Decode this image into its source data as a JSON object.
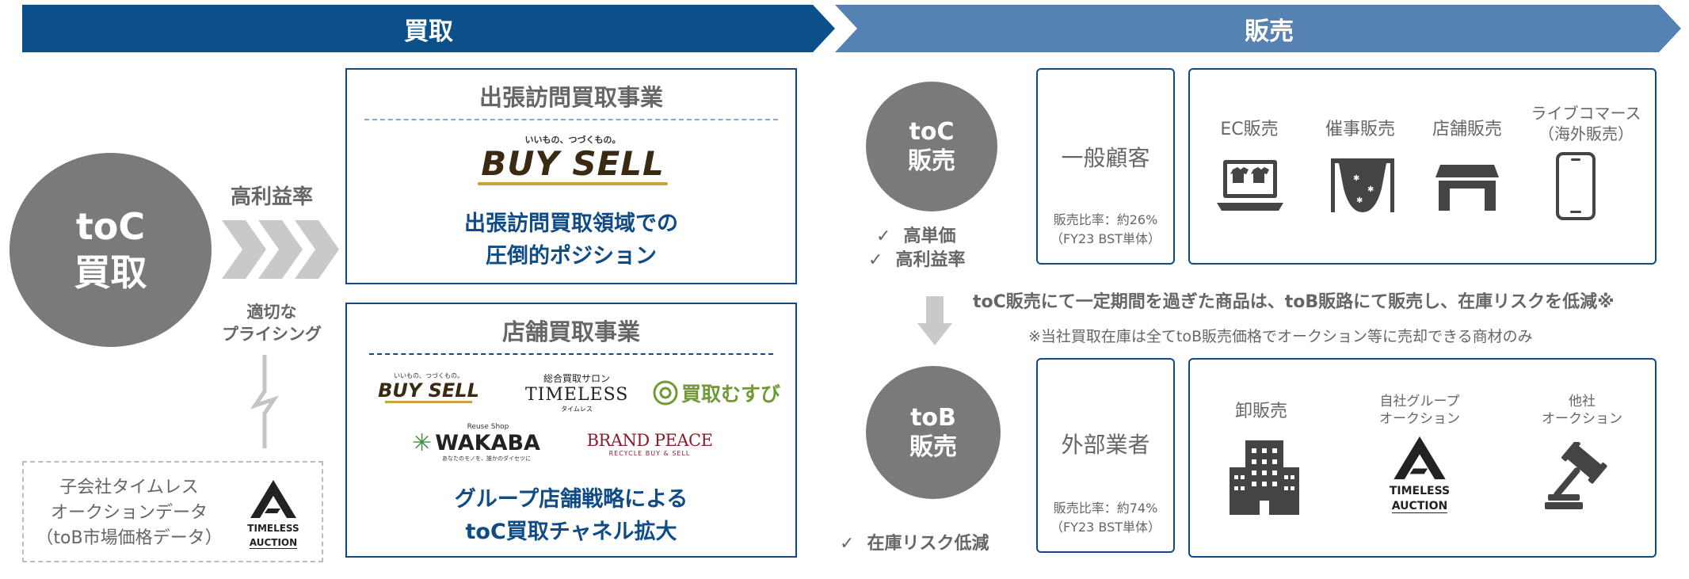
{
  "banners": {
    "buy": "買取",
    "sell": "販売"
  },
  "left": {
    "circle_line1": "toC",
    "circle_line2": "買取",
    "high_margin": "高利益率",
    "pricing_line1": "適切な",
    "pricing_line2": "プライシング",
    "subsidiary_line1": "子会社タイムレス",
    "subsidiary_line2": "オークションデータ",
    "subsidiary_line3": "（toB市場価格データ）",
    "logo_timeless_line1": "TIMELESS",
    "logo_timeless_line2": "AUCTION"
  },
  "visit": {
    "title": "出張訪問買取事業",
    "logo_tagline": "いいもの、つづくもの。",
    "logo_text": "BUY SELL",
    "desc_line1": "出張訪問買取領域での",
    "desc_line2": "圧倒的ポジション"
  },
  "store": {
    "title": "店舗買取事業",
    "logos": {
      "buysell_tagline": "いいもの、つづくもの。",
      "buysell": "BUY SELL",
      "timeless_top": "総合買取サロン",
      "timeless": "TIMELESS",
      "timeless_sub": "タイムレス",
      "musubi": "買取むすび",
      "wakaba_top": "Reuse Shop",
      "wakaba": "WAKABA",
      "wakaba_sub": "あなたのモノを、誰かのダイセツに",
      "brandpeace": "BRAND PEACE",
      "brandpeace_sub": "RECYCLE BUY & SELL"
    },
    "desc_line1": "グループ店舗戦略による",
    "desc_line2": "toC買取チャネル拡大"
  },
  "toc_sale": {
    "circle_line1": "toC",
    "circle_line2": "販売",
    "check1": "高単価",
    "check2": "高利益率",
    "customer": "一般顧客",
    "ratio": "販売比率：約26%",
    "ratio_note": "（FY23 BST単体）",
    "channels": [
      {
        "label_line1": "EC販売",
        "label_line2": "",
        "icon": "laptop-icon"
      },
      {
        "label_line1": "催事販売",
        "label_line2": "",
        "icon": "event-booth-icon"
      },
      {
        "label_line1": "店舗販売",
        "label_line2": "",
        "icon": "storefront-icon"
      },
      {
        "label_line1": "ライブコマース",
        "label_line2": "（海外販売）",
        "icon": "smartphone-icon"
      }
    ]
  },
  "middle_note": {
    "main": "toC販売にて一定期間を過ぎた商品は、toB販路にて販売し、在庫リスクを低減※",
    "footnote": "※当社買取在庫は全てtoB販売価格でオークション等に売却できる商材のみ"
  },
  "tob_sale": {
    "circle_line1": "toB",
    "circle_line2": "販売",
    "check1": "在庫リスク低減",
    "customer": "外部業者",
    "ratio": "販売比率：約74%",
    "ratio_note": "（FY23 BST単体）",
    "channels": [
      {
        "label_line1": "卸販売",
        "label_line2": "",
        "icon": "office-building-icon"
      },
      {
        "label_line1": "自社グループ",
        "label_line2": "オークション",
        "icon": "timeless-auction-logo"
      },
      {
        "label_line1": "他社",
        "label_line2": "オークション",
        "icon": "gavel-icon"
      }
    ],
    "logo_line1": "TIMELESS",
    "logo_line2": "AUCTION"
  },
  "check_mark": "✓",
  "colors": {
    "navy": "#0b5088",
    "steel": "#5582b2",
    "circle": "#7a7a7a",
    "gold": "#c8a23a",
    "musubi_green": "#6f9a35"
  }
}
